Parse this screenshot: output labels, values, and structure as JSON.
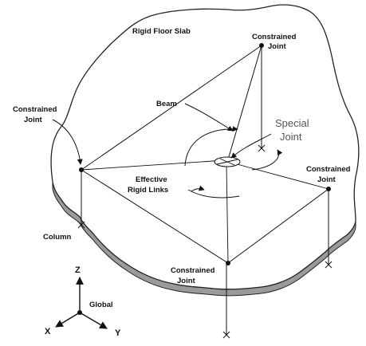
{
  "labels": {
    "slab": "Rigid Floor Slab",
    "constrained_joint_top": [
      "Constrained",
      "Joint"
    ],
    "constrained_joint_left": [
      "Constrained",
      "Joint"
    ],
    "constrained_joint_right": [
      "Constrained",
      "Joint"
    ],
    "constrained_joint_bottom": [
      "Constrained",
      "Joint"
    ],
    "special_joint": [
      "Special",
      "Joint"
    ],
    "beam": "Beam",
    "rigid_links": [
      "Effective",
      "Rigid Links"
    ],
    "column": "Column",
    "global": "Global"
  },
  "axes": {
    "z": "Z",
    "x": "X",
    "y": "Y"
  },
  "colors": {
    "line": "#111111",
    "slab_edge": "#222222",
    "slab_cut": "#8a8a8a",
    "special_label": "#555555"
  }
}
